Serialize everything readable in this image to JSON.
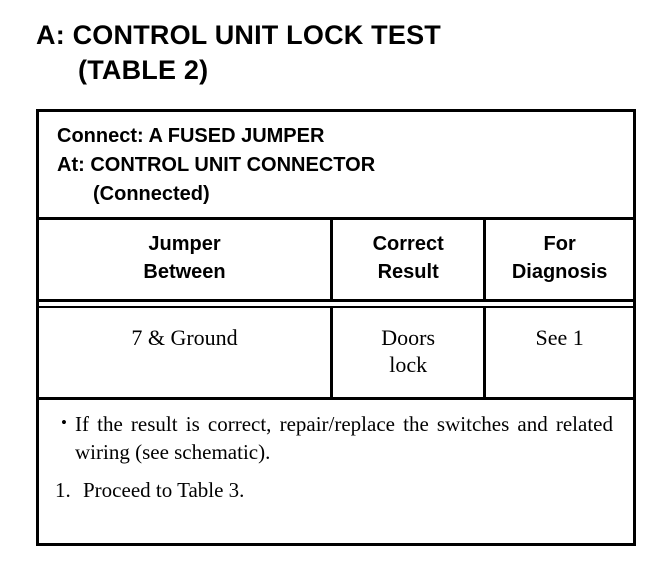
{
  "title": {
    "line1": "A: CONTROL UNIT LOCK TEST",
    "line2": "(TABLE 2)"
  },
  "table": {
    "header": {
      "connect_label": "Connect:",
      "connect_value": "A FUSED JUMPER",
      "at_label": "At:",
      "at_value": "CONTROL UNIT CONNECTOR",
      "state": "(Connected)",
      "connect_line": "Connect: A FUSED JUMPER",
      "at_line": "At: CONTROL UNIT CONNECTOR"
    },
    "columns": [
      {
        "line1": "Jumper",
        "line2": "Between"
      },
      {
        "line1": "Correct",
        "line2": "Result"
      },
      {
        "line1": "For",
        "line2": "Diagnosis"
      }
    ],
    "rows": [
      {
        "jumper_between": "7 & Ground",
        "correct_result_line1": "Doors",
        "correct_result_line2": "lock",
        "for_diagnosis": "See 1"
      }
    ],
    "notes": [
      {
        "marker": "•",
        "text": "If the result is correct, repair/replace the switches and related wiring (see schematic)."
      },
      {
        "marker": "1.",
        "text": "Proceed to Table 3."
      }
    ]
  }
}
